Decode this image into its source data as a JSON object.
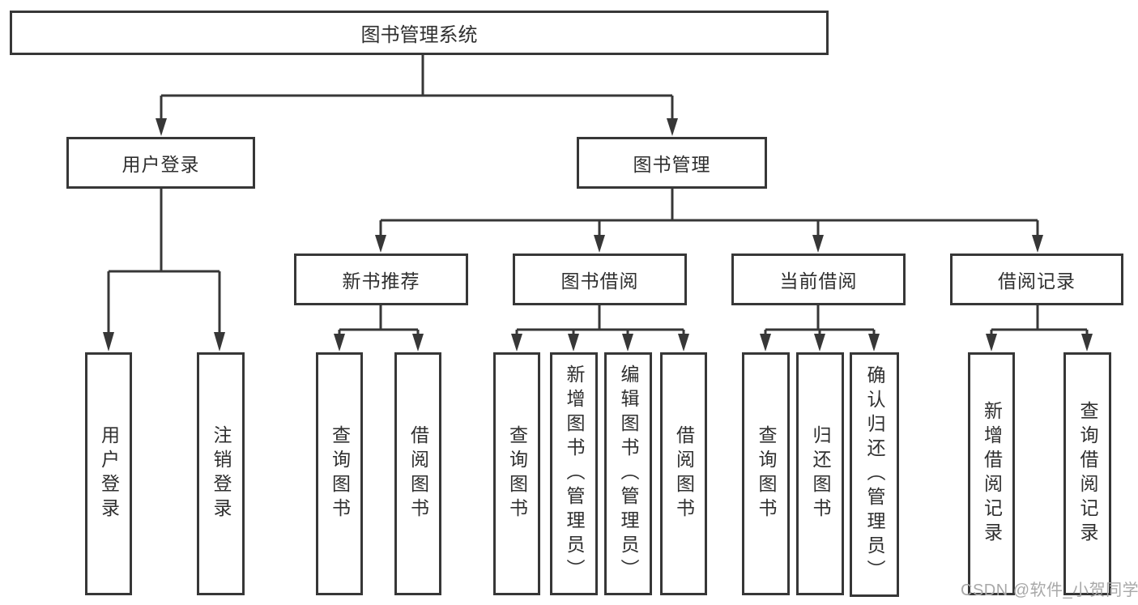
{
  "diagram": {
    "type": "tree",
    "title": "图书管理系统"
  },
  "colors": {
    "background": "#ffffff",
    "box_fill": "#ffffff",
    "border": "#373737",
    "line": "#373737",
    "text": "#2f2f2f",
    "watermark": "#a8a8a8"
  },
  "nodes": {
    "root": "图书管理系统",
    "user_login": "用户登录",
    "book_manage": "图书管理",
    "new_book_recommend": "新书推荐",
    "book_borrow": "图书借阅",
    "current_borrow": "当前借阅",
    "borrow_record": "借阅记录",
    "leaf_user_login": "用户登录",
    "leaf_logout": "注销登录",
    "leaf_nb_query": "查询图书",
    "leaf_nb_borrow": "借阅图书",
    "leaf_bb_query": "查询图书",
    "leaf_bb_add": "新增图书（管理员）",
    "leaf_bb_edit": "编辑图书（管理员）",
    "leaf_bb_borrow": "借阅图书",
    "leaf_cb_query": "查询图书",
    "leaf_cb_return": "归还图书",
    "leaf_cb_confirm": "确认归还（管理员）",
    "leaf_br_add": "新增借阅记录",
    "leaf_br_query": "查询借阅记录"
  },
  "edges": [
    [
      "root",
      "user_login"
    ],
    [
      "root",
      "book_manage"
    ],
    [
      "user_login",
      "leaf_user_login"
    ],
    [
      "user_login",
      "leaf_logout"
    ],
    [
      "book_manage",
      "new_book_recommend"
    ],
    [
      "book_manage",
      "book_borrow"
    ],
    [
      "book_manage",
      "current_borrow"
    ],
    [
      "book_manage",
      "borrow_record"
    ],
    [
      "new_book_recommend",
      "leaf_nb_query"
    ],
    [
      "new_book_recommend",
      "leaf_nb_borrow"
    ],
    [
      "book_borrow",
      "leaf_bb_query"
    ],
    [
      "book_borrow",
      "leaf_bb_add"
    ],
    [
      "book_borrow",
      "leaf_bb_edit"
    ],
    [
      "book_borrow",
      "leaf_bb_borrow"
    ],
    [
      "current_borrow",
      "leaf_cb_query"
    ],
    [
      "current_borrow",
      "leaf_cb_return"
    ],
    [
      "current_borrow",
      "leaf_cb_confirm"
    ],
    [
      "borrow_record",
      "leaf_br_add"
    ],
    [
      "borrow_record",
      "leaf_br_query"
    ]
  ],
  "watermark": {
    "text": "CSDN @软件_小贺同学"
  }
}
